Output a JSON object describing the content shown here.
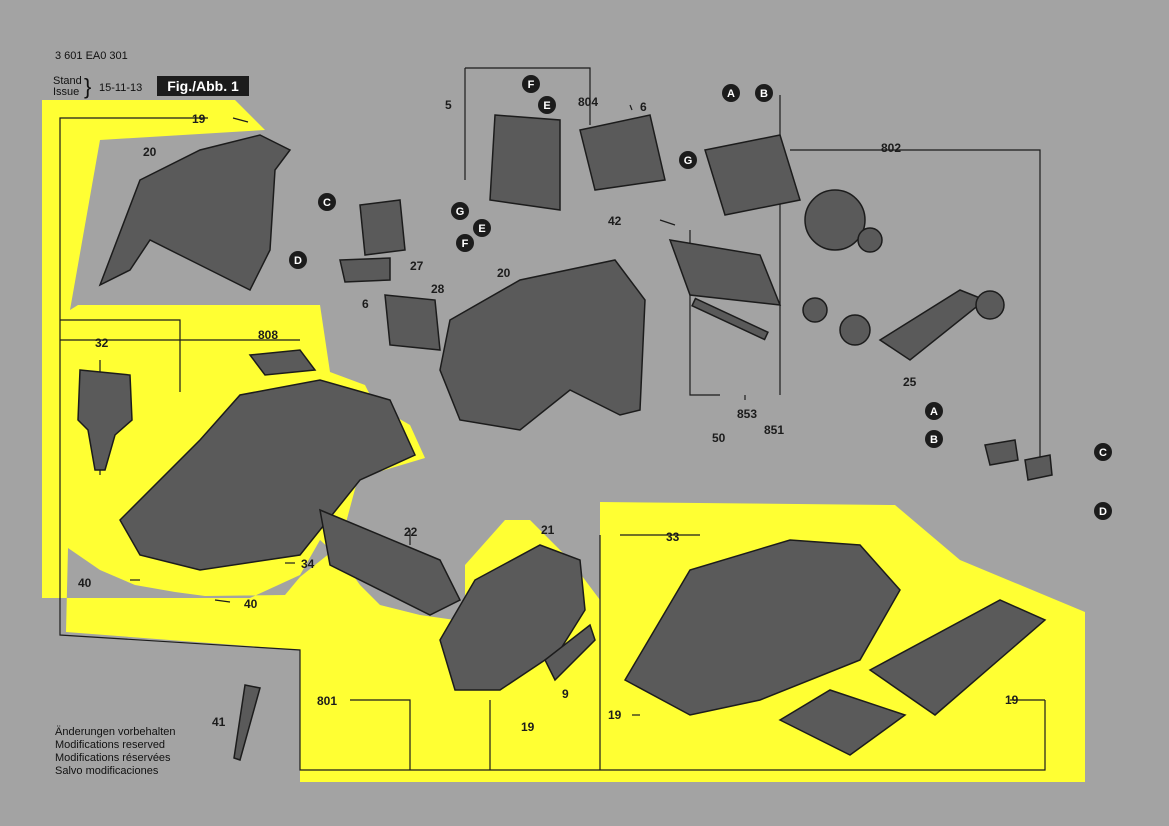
{
  "header": {
    "part_number": "3 601 EA0 301",
    "stand_label_1": "Stand",
    "stand_label_2": "Issue",
    "date": "15-11-13",
    "figure": "Fig./Abb. 1"
  },
  "notes": [
    "Änderungen vorbehalten",
    "Modifications reserved",
    "Modifications réservées",
    "Salvo modificaciones"
  ],
  "labels": {
    "p19a": "19",
    "p20a": "20",
    "p5": "5",
    "p804": "804",
    "p6a": "6",
    "p802": "802",
    "p42": "42",
    "p27": "27",
    "p6b": "6",
    "p28": "28",
    "p20b": "20",
    "p808": "808",
    "p32": "32",
    "p25": "25",
    "p853": "853",
    "p50": "50",
    "p851": "851",
    "p22": "22",
    "p34": "34",
    "p40a": "40",
    "p40b": "40",
    "p21": "21",
    "p33": "33",
    "p9": "9",
    "p801": "801",
    "p41": "41",
    "p19b": "19",
    "p19c": "19",
    "p19d": "19"
  },
  "connectors": {
    "F": "F",
    "E": "E",
    "G": "G",
    "A": "A",
    "B": "B",
    "C": "C",
    "D": "D"
  },
  "colors": {
    "background": "#a3a3a3",
    "highlight": "#ffff33",
    "ink": "#1c1c1c",
    "part": "#555555"
  }
}
